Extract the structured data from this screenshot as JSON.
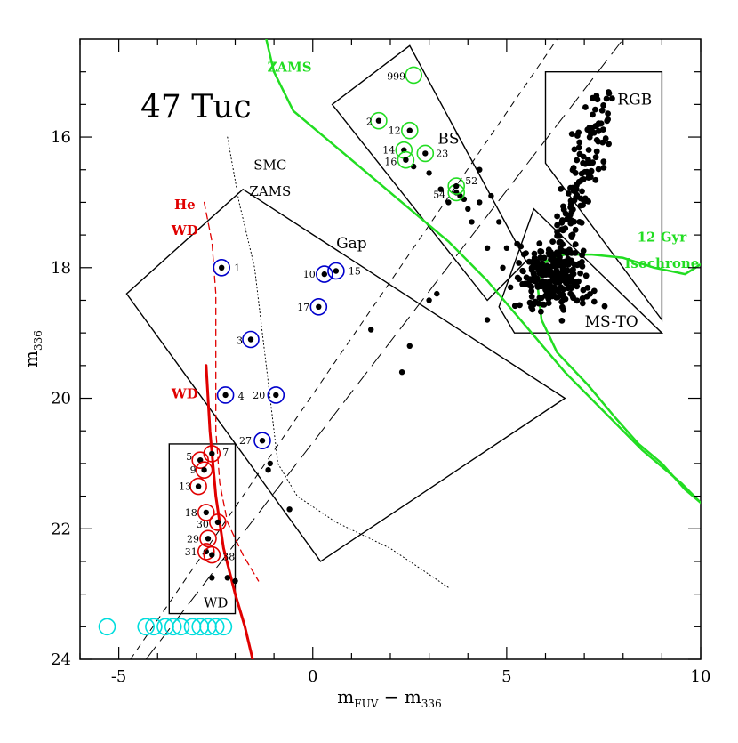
{
  "chart_data": {
    "type": "scatter",
    "title": "47 Tuc",
    "xlabel": {
      "main": "m",
      "sub1": "FUV",
      "middle": " − m",
      "sub2": "336"
    },
    "ylabel": {
      "main": "m",
      "sub": "336"
    },
    "xlim": [
      -6,
      10
    ],
    "ylim": [
      24,
      14.5
    ],
    "y_inverted": true,
    "x_ticks": [
      -5,
      0,
      5,
      10
    ],
    "y_ticks": [
      16,
      18,
      20,
      22,
      24
    ],
    "grid": false,
    "colors": {
      "blue": "#0000cc",
      "red": "#e00000",
      "green": "#22dd22",
      "cyan": "#00dddd",
      "black": "#000000"
    },
    "annotations": [
      {
        "text": "ZAMS",
        "x": -0.6,
        "y": 15.0,
        "color": "#22dd22"
      },
      {
        "text": "RGB",
        "x": 8.3,
        "y": 15.5,
        "color": "#000000"
      },
      {
        "text": "BS",
        "x": 3.5,
        "y": 16.1,
        "color": "#000000"
      },
      {
        "text": "SMC",
        "x": -1.1,
        "y": 16.5,
        "color": "#000000"
      },
      {
        "text": "ZAMS",
        "x": -1.1,
        "y": 16.9,
        "color": "#000000"
      },
      {
        "text": "He",
        "x": -3.3,
        "y": 17.1,
        "color": "#e00000"
      },
      {
        "text": "WD",
        "x": -3.3,
        "y": 17.5,
        "color": "#e00000"
      },
      {
        "text": "Gap",
        "x": 1.0,
        "y": 17.7,
        "color": "#000000"
      },
      {
        "text": "12 Gyr",
        "x": 9.0,
        "y": 17.6,
        "color": "#22dd22"
      },
      {
        "text": "Isochrone",
        "x": 9.0,
        "y": 18.0,
        "color": "#22dd22"
      },
      {
        "text": "MS-TO",
        "x": 7.7,
        "y": 18.9,
        "color": "#000000"
      },
      {
        "text": "WD",
        "x": -3.3,
        "y": 20.0,
        "color": "#e00000"
      },
      {
        "text": "WD",
        "x": -2.5,
        "y": 23.2,
        "color": "#000000"
      }
    ],
    "regions": [
      {
        "name": "Gap",
        "points": [
          [
            -4.8,
            18.4
          ],
          [
            -1.8,
            16.8
          ],
          [
            6.5,
            20.0
          ],
          [
            0.2,
            22.5
          ]
        ]
      },
      {
        "name": "BS",
        "points": [
          [
            0.5,
            15.5
          ],
          [
            2.5,
            14.6
          ],
          [
            5.5,
            17.9
          ],
          [
            4.5,
            18.5
          ]
        ]
      },
      {
        "name": "RGB",
        "points": [
          [
            6.0,
            15.0
          ],
          [
            9.0,
            15.0
          ],
          [
            9.0,
            18.8
          ],
          [
            6.0,
            16.4
          ]
        ]
      },
      {
        "name": "MS-TO",
        "points": [
          [
            4.8,
            18.6
          ],
          [
            5.7,
            17.1
          ],
          [
            9.0,
            19.0
          ],
          [
            5.2,
            19.0
          ]
        ]
      },
      {
        "name": "WD",
        "points": [
          [
            -3.7,
            20.7
          ],
          [
            -2.0,
            20.7
          ],
          [
            -2.0,
            23.3
          ],
          [
            -3.7,
            23.3
          ]
        ]
      }
    ],
    "dashed_lines": [
      {
        "name": "short-dash-line",
        "points": [
          [
            -4.7,
            24.0
          ],
          [
            6.3,
            14.5
          ]
        ]
      },
      {
        "name": "long-dash-line",
        "points": [
          [
            -4.3,
            24.0
          ],
          [
            8.0,
            14.5
          ]
        ]
      }
    ],
    "curves": [
      {
        "name": "ZAMS",
        "color": "#22dd22",
        "width": 2.5,
        "points": [
          [
            -1.2,
            14.5
          ],
          [
            -1.0,
            15.0
          ],
          [
            -0.5,
            15.6
          ],
          [
            0.5,
            16.1
          ],
          [
            1.5,
            16.6
          ],
          [
            2.5,
            17.1
          ],
          [
            3.5,
            17.6
          ],
          [
            4.5,
            18.2
          ],
          [
            5.5,
            18.9
          ],
          [
            6.5,
            19.6
          ],
          [
            7.5,
            20.2
          ],
          [
            8.5,
            20.8
          ],
          [
            9.5,
            21.3
          ],
          [
            10.0,
            21.6
          ]
        ]
      },
      {
        "name": "12 Gyr Isochrone",
        "color": "#22dd22",
        "width": 2.5,
        "points": [
          [
            10.0,
            17.95
          ],
          [
            9.6,
            18.1
          ],
          [
            8.8,
            18.0
          ],
          [
            8.0,
            17.85
          ],
          [
            7.2,
            17.8
          ],
          [
            6.5,
            17.8
          ],
          [
            6.0,
            17.9
          ],
          [
            5.8,
            18.3
          ],
          [
            5.9,
            18.8
          ],
          [
            6.3,
            19.3
          ],
          [
            7.1,
            19.8
          ],
          [
            7.8,
            20.3
          ],
          [
            8.4,
            20.7
          ],
          [
            9.0,
            21.0
          ],
          [
            9.6,
            21.4
          ],
          [
            10.0,
            21.6
          ]
        ]
      },
      {
        "name": "He WD",
        "color": "#e00000",
        "width": 1.3,
        "dash": "7,5",
        "points": [
          [
            -2.8,
            17.0
          ],
          [
            -2.6,
            17.6
          ],
          [
            -2.5,
            18.4
          ],
          [
            -2.5,
            19.5
          ],
          [
            -2.5,
            20.5
          ],
          [
            -2.4,
            21.3
          ],
          [
            -2.2,
            21.9
          ],
          [
            -1.8,
            22.4
          ],
          [
            -1.4,
            22.8
          ]
        ]
      },
      {
        "name": "WD",
        "color": "#e00000",
        "width": 3,
        "points": [
          [
            -2.75,
            19.5
          ],
          [
            -2.65,
            20.5
          ],
          [
            -2.5,
            21.5
          ],
          [
            -2.3,
            22.3
          ],
          [
            -2.0,
            23.0
          ],
          [
            -1.75,
            23.5
          ],
          [
            -1.55,
            24.0
          ]
        ]
      },
      {
        "name": "SMC ZAMS",
        "color": "#000000",
        "width": 1,
        "dash": "1,3",
        "points": [
          [
            -2.2,
            16.0
          ],
          [
            -1.9,
            17.0
          ],
          [
            -1.5,
            18.0
          ],
          [
            -1.3,
            19.0
          ],
          [
            -1.1,
            20.0
          ],
          [
            -0.9,
            21.0
          ],
          [
            -0.4,
            21.5
          ],
          [
            0.6,
            21.9
          ],
          [
            2.0,
            22.3
          ],
          [
            3.0,
            22.7
          ],
          [
            3.5,
            22.9
          ]
        ]
      }
    ],
    "circled_stars": [
      {
        "label": "999",
        "x": 2.6,
        "y": 15.05,
        "color": "#22dd22",
        "dot": false
      },
      {
        "label": "2",
        "x": 1.7,
        "y": 15.75,
        "color": "#22dd22",
        "dot": true
      },
      {
        "label": "12",
        "x": 2.5,
        "y": 15.9,
        "color": "#22dd22",
        "dot": true
      },
      {
        "label": "14",
        "x": 2.35,
        "y": 16.2,
        "color": "#22dd22",
        "dot": true
      },
      {
        "label": "16",
        "x": 2.4,
        "y": 16.35,
        "color": "#22dd22",
        "dot": true
      },
      {
        "label": "23",
        "x": 2.9,
        "y": 16.25,
        "color": "#22dd22",
        "dot": true
      },
      {
        "label": "54",
        "x": 3.7,
        "y": 16.85,
        "color": "#22dd22",
        "dot": true
      },
      {
        "label": "52",
        "x": 3.7,
        "y": 16.75,
        "color": "#22dd22",
        "dot": true
      },
      {
        "label": "1",
        "x": -2.35,
        "y": 18.0,
        "color": "#0000cc",
        "dot": true
      },
      {
        "label": "10",
        "x": 0.3,
        "y": 18.1,
        "color": "#0000cc",
        "dot": true
      },
      {
        "label": "15",
        "x": 0.6,
        "y": 18.05,
        "color": "#0000cc",
        "dot": true
      },
      {
        "label": "17",
        "x": 0.15,
        "y": 18.6,
        "color": "#0000cc",
        "dot": true
      },
      {
        "label": "3",
        "x": -1.6,
        "y": 19.1,
        "color": "#0000cc",
        "dot": true
      },
      {
        "label": "4",
        "x": -2.25,
        "y": 19.95,
        "color": "#0000cc",
        "dot": true
      },
      {
        "label": "20",
        "x": -0.95,
        "y": 19.95,
        "color": "#0000cc",
        "dot": true
      },
      {
        "label": "27",
        "x": -1.3,
        "y": 20.65,
        "color": "#0000cc",
        "dot": true
      },
      {
        "label": "5",
        "x": -2.9,
        "y": 20.95,
        "color": "#e00000",
        "dot": true
      },
      {
        "label": "7",
        "x": -2.6,
        "y": 20.85,
        "color": "#e00000",
        "dot": true
      },
      {
        "label": "9",
        "x": -2.8,
        "y": 21.1,
        "color": "#e00000",
        "dot": true
      },
      {
        "label": "13",
        "x": -2.95,
        "y": 21.35,
        "color": "#e00000",
        "dot": true
      },
      {
        "label": "18",
        "x": -2.75,
        "y": 21.75,
        "color": "#e00000",
        "dot": true
      },
      {
        "label": "30",
        "x": -2.45,
        "y": 21.9,
        "color": "#e00000",
        "dot": true
      },
      {
        "label": "29",
        "x": -2.7,
        "y": 22.15,
        "color": "#e00000",
        "dot": true
      },
      {
        "label": "31",
        "x": -2.75,
        "y": 22.35,
        "color": "#e00000",
        "dot": true
      },
      {
        "label": "38",
        "x": -2.6,
        "y": 22.4,
        "color": "#e00000",
        "dot": true
      }
    ],
    "black_points": [
      [
        -2.6,
        22.75
      ],
      [
        -2.2,
        22.75
      ],
      [
        -2.0,
        22.8
      ],
      [
        -1.1,
        21.0
      ],
      [
        -1.15,
        21.1
      ],
      [
        -0.6,
        21.7
      ],
      [
        1.5,
        18.95
      ],
      [
        2.5,
        19.2
      ],
      [
        2.3,
        19.6
      ],
      [
        3.0,
        18.5
      ],
      [
        3.2,
        18.4
      ],
      [
        4.5,
        18.8
      ],
      [
        2.6,
        16.45
      ],
      [
        3.3,
        16.8
      ],
      [
        3.5,
        17.0
      ],
      [
        3.8,
        16.9
      ],
      [
        4.0,
        17.1
      ],
      [
        4.3,
        17.0
      ],
      [
        4.1,
        17.3
      ],
      [
        4.5,
        17.7
      ],
      [
        4.8,
        17.3
      ],
      [
        4.3,
        16.5
      ],
      [
        4.6,
        16.9
      ],
      [
        5.0,
        17.7
      ],
      [
        4.9,
        18.0
      ],
      [
        5.1,
        18.3
      ],
      [
        3.0,
        16.55
      ],
      [
        3.9,
        16.95
      ]
    ],
    "rgb_cluster": {
      "count": 130,
      "x_range": [
        6.3,
        7.9
      ],
      "y_range": [
        15.3,
        17.8
      ]
    },
    "msto_cluster": {
      "count": 240,
      "center": [
        6.2,
        18.15
      ],
      "spread": [
        0.45,
        0.25
      ]
    },
    "cyan_circles": {
      "y": 23.5,
      "x": [
        -5.3,
        -4.3,
        -4.1,
        -3.8,
        -3.6,
        -3.4,
        -3.1,
        -2.9,
        -2.7,
        -2.5,
        -2.3
      ]
    }
  }
}
